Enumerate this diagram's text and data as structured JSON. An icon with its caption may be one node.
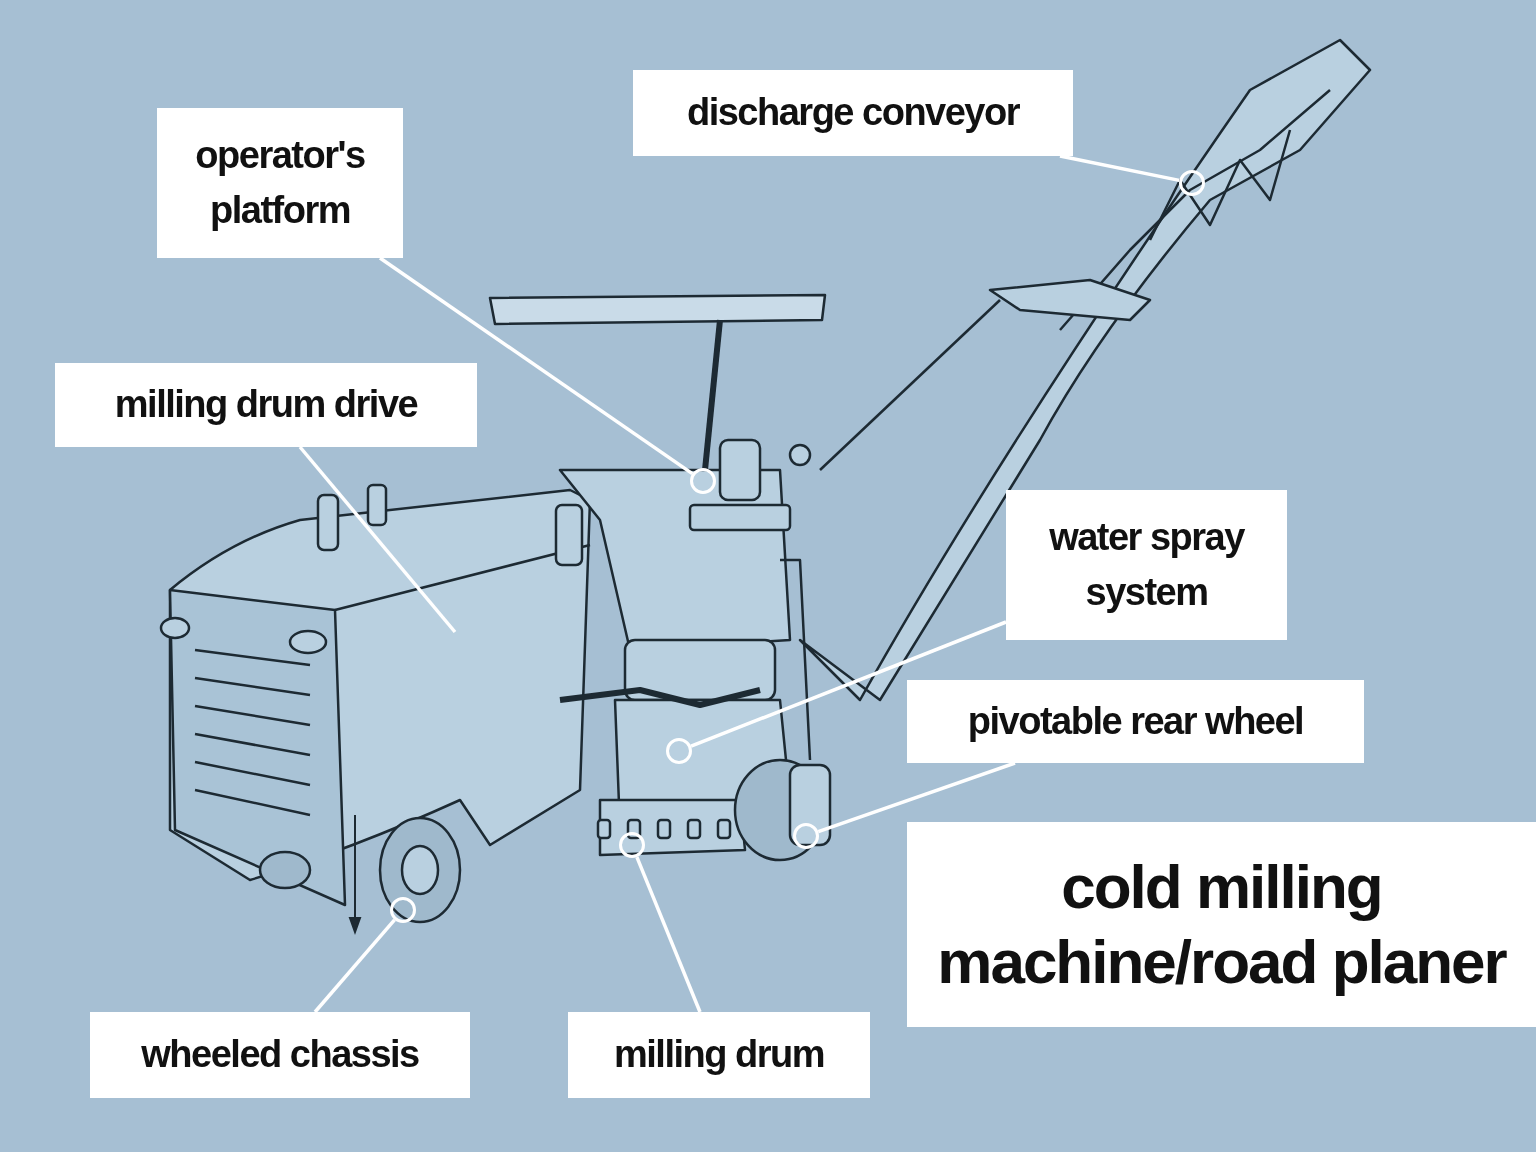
{
  "diagram": {
    "title": "cold milling machine/road planer",
    "nodes": [
      {
        "text": [
          "operator's platform"
        ]
      },
      {
        "text": [
          "discharge conveyor"
        ]
      },
      {
        "text": [
          "milling drum drive"
        ]
      },
      {
        "text": [
          "water spray system"
        ]
      },
      {
        "text": [
          "pivotable rear wheel"
        ]
      },
      {
        "text": [
          "wheeled chassis"
        ]
      },
      {
        "text": [
          "milling drum"
        ]
      },
      {
        "text": [],
        "shape": "circle"
      },
      {
        "text": [],
        "shape": "circle"
      },
      {
        "text": [],
        "shape": "circle"
      },
      {
        "text": [],
        "shape": "circle"
      },
      {
        "text": [],
        "shape": "circle"
      },
      {
        "text": [],
        "shape": "circle"
      }
    ],
    "edges": [
      {
        "from": 0,
        "to": 8,
        "arrow": "none"
      },
      {
        "from": 1,
        "to": 12,
        "arrow": "none"
      },
      {
        "from": 2,
        "to": null,
        "arrow": "none"
      },
      {
        "from": 3,
        "to": 9,
        "arrow": "none"
      },
      {
        "from": 4,
        "to": 11,
        "arrow": "none"
      },
      {
        "from": 5,
        "to": 7,
        "arrow": "none"
      },
      {
        "from": 6,
        "to": 10,
        "arrow": "none"
      }
    ]
  }
}
